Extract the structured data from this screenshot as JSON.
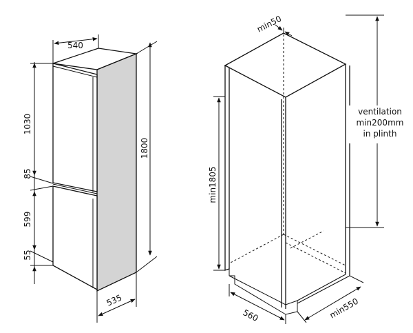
{
  "fridge": {
    "width": "540",
    "height_upper": "1030",
    "gap_middle": "85",
    "height_lower": "599",
    "plinth": "55",
    "total_height": "1800",
    "depth": "535"
  },
  "niche": {
    "top_gap": "min50",
    "height": "min1805",
    "width": "560",
    "depth": "min550",
    "ventilation_lines": [
      "ventilation",
      "min200mm",
      "in plinth"
    ]
  }
}
